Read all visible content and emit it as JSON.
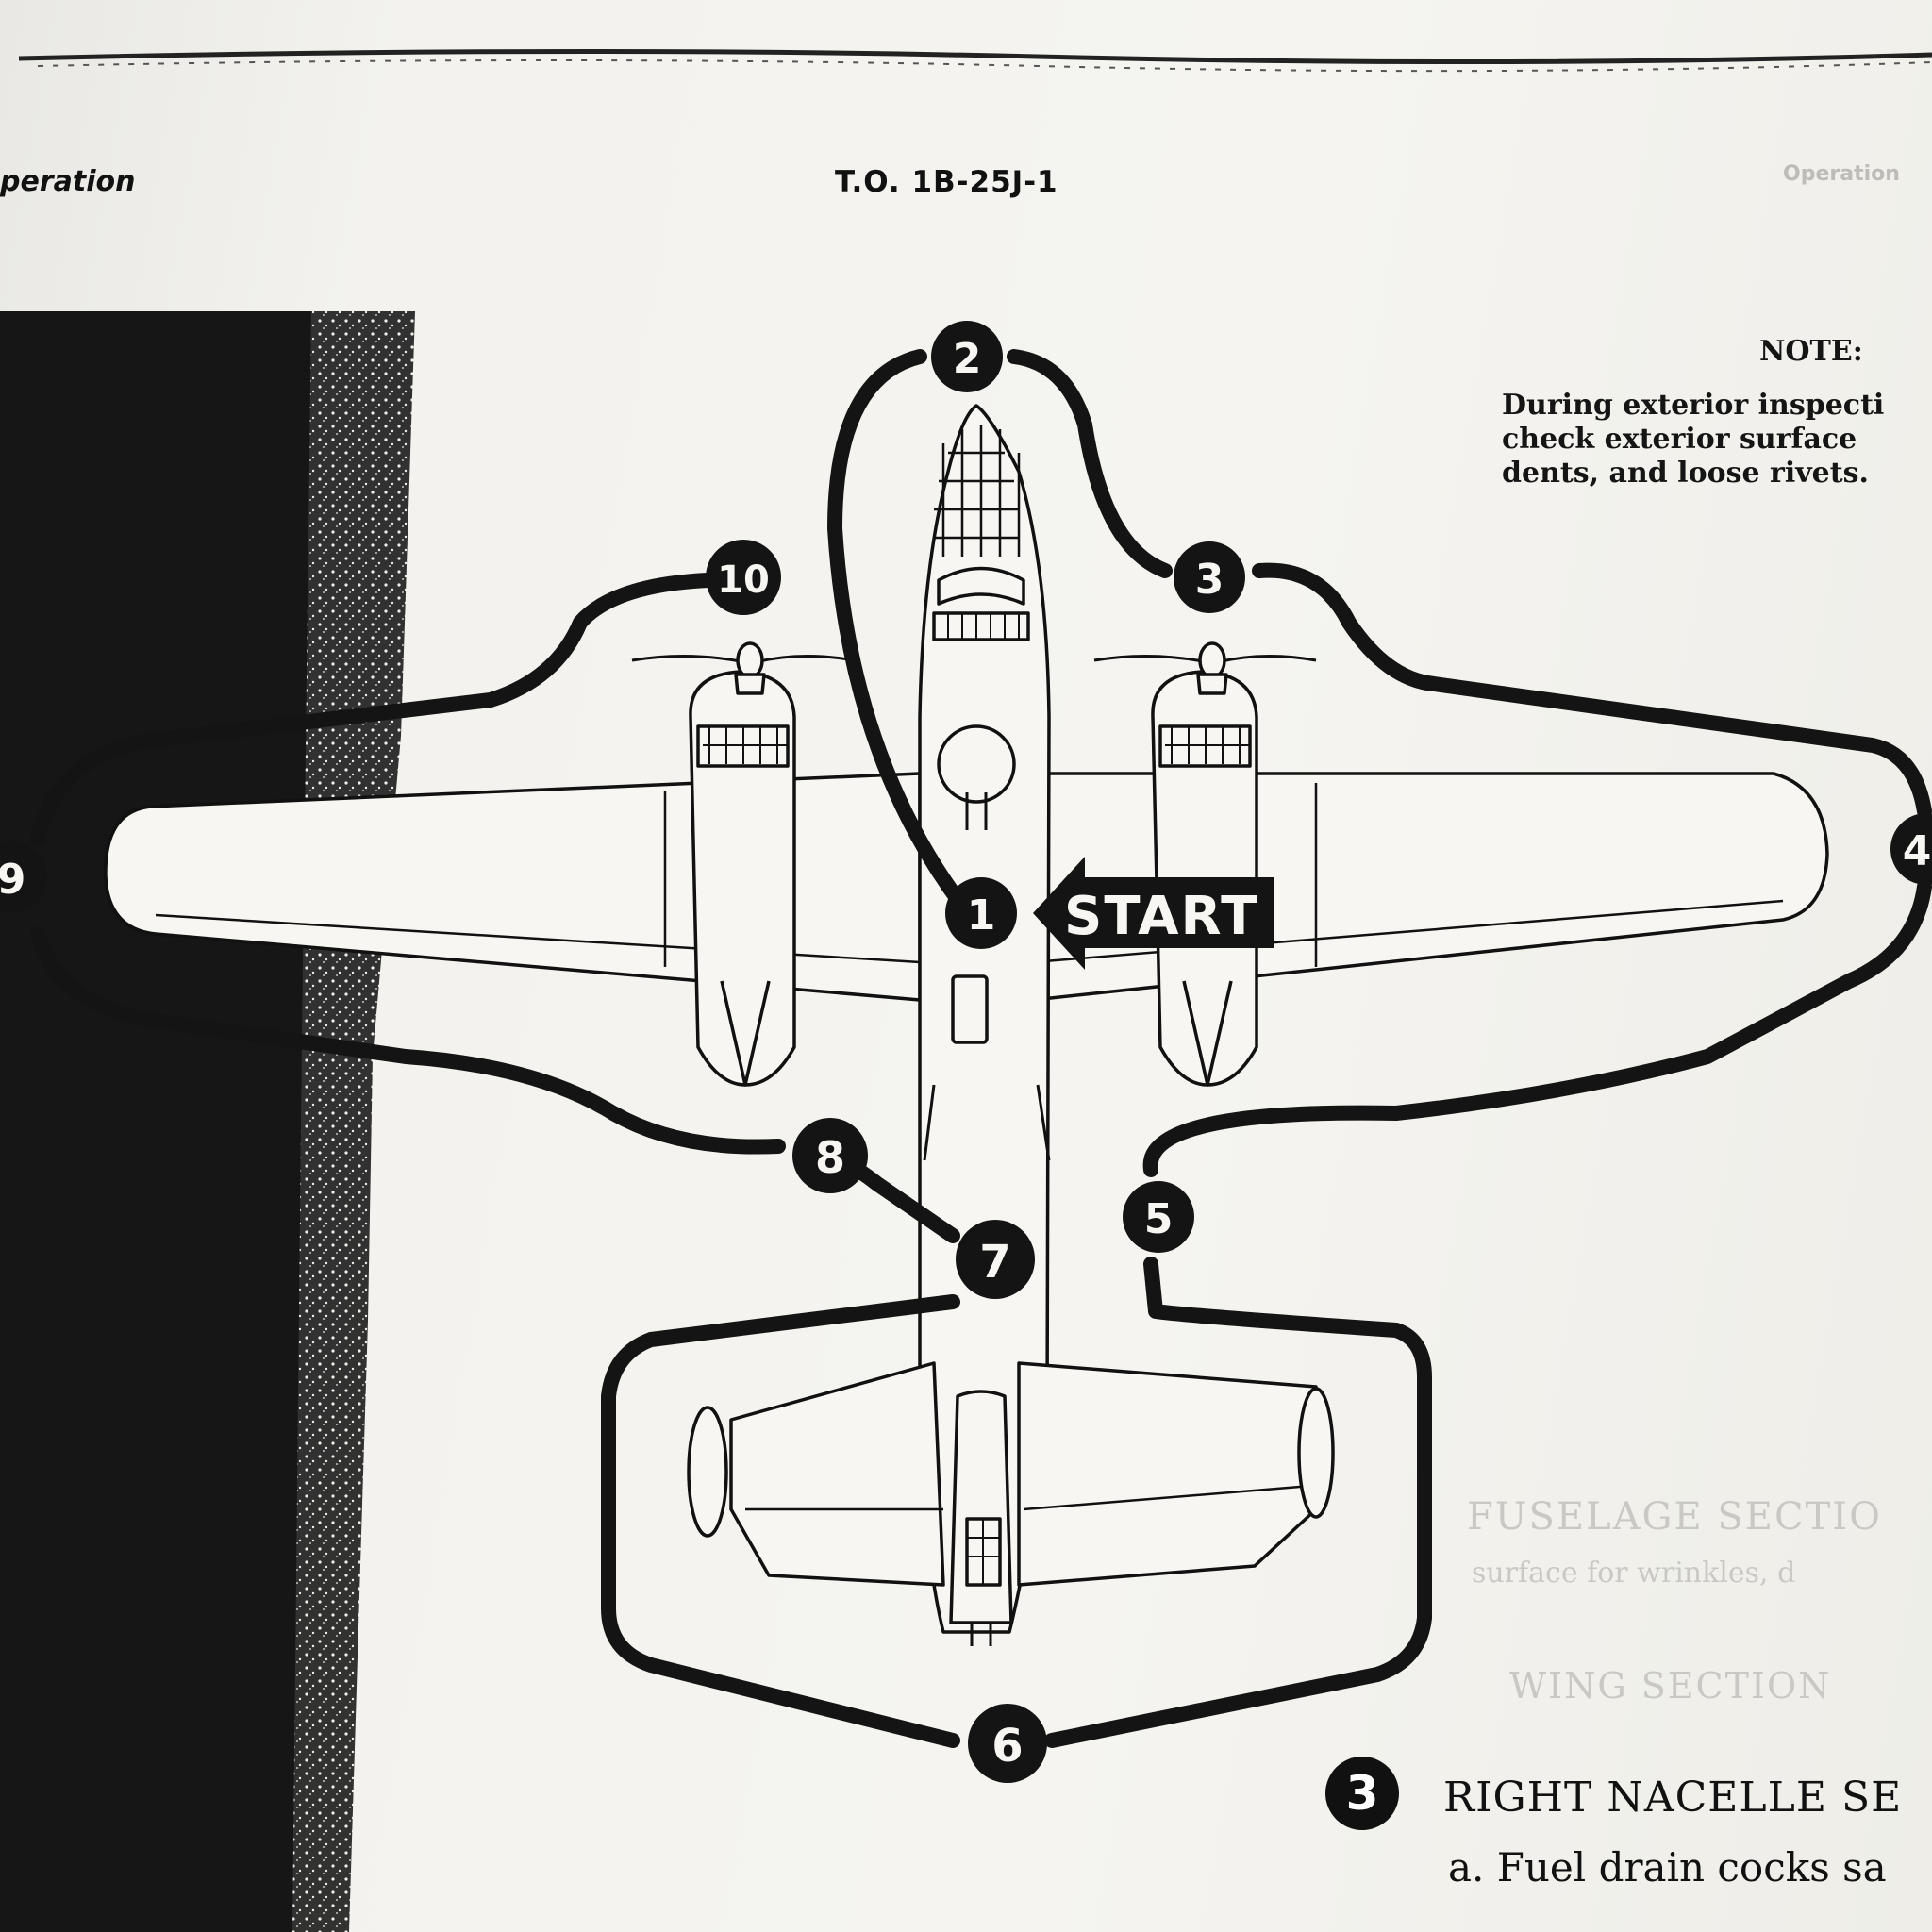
{
  "header": {
    "left_label": "peration",
    "center_label": "T.O. 1B-25J-1",
    "right_label": "Operation"
  },
  "note": {
    "title": "NOTE:",
    "lines": [
      "During exterior inspecti",
      "check exterior surface",
      "dents, and loose rivets."
    ]
  },
  "diagram": {
    "start_label": "START",
    "checkpoints": [
      "1",
      "2",
      "3",
      "4",
      "5",
      "6",
      "7",
      "8",
      "9",
      "10"
    ]
  },
  "section": {
    "number": "3",
    "title": "RIGHT NACELLE SE",
    "item": "a.  Fuel drain cocks sa"
  },
  "faint_text": {
    "right_1": "FUSELAGE SECTIO",
    "right_2": "surface for wrinkles, d",
    "right_3": "WING SECTION"
  },
  "colors": {
    "ink": "#111111",
    "paper": "#f3f2ee",
    "shadow": "#1a1a1a"
  }
}
